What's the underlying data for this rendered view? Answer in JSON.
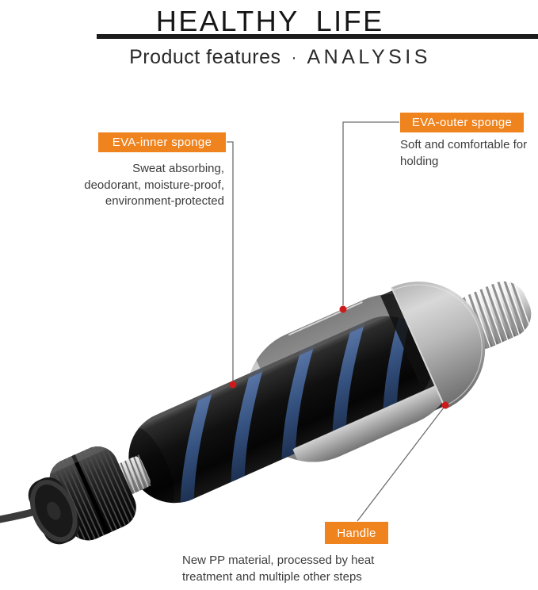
{
  "header": {
    "title": "HEALTHY LIFE",
    "subtitle": {
      "left": "Product features",
      "separator": "·",
      "right": "ANALYSIS"
    }
  },
  "callouts": {
    "inner_sponge": {
      "label": "EVA-inner sponge",
      "description": "Sweat absorbing,\ndeodorant, moisture-proof,\nenvironment-protected"
    },
    "outer_sponge": {
      "label": "EVA-outer sponge",
      "description": "Soft and comfortable for\nholding"
    },
    "handle": {
      "label": "Handle",
      "description": "New PP material, processed by heat\ntreatment and multiple other steps"
    }
  },
  "colors": {
    "accent_orange": "#EF831E",
    "marker_red": "#CD1A1A",
    "leader_line": "#6E6E6E",
    "title_bar": "#1C1C1C"
  }
}
